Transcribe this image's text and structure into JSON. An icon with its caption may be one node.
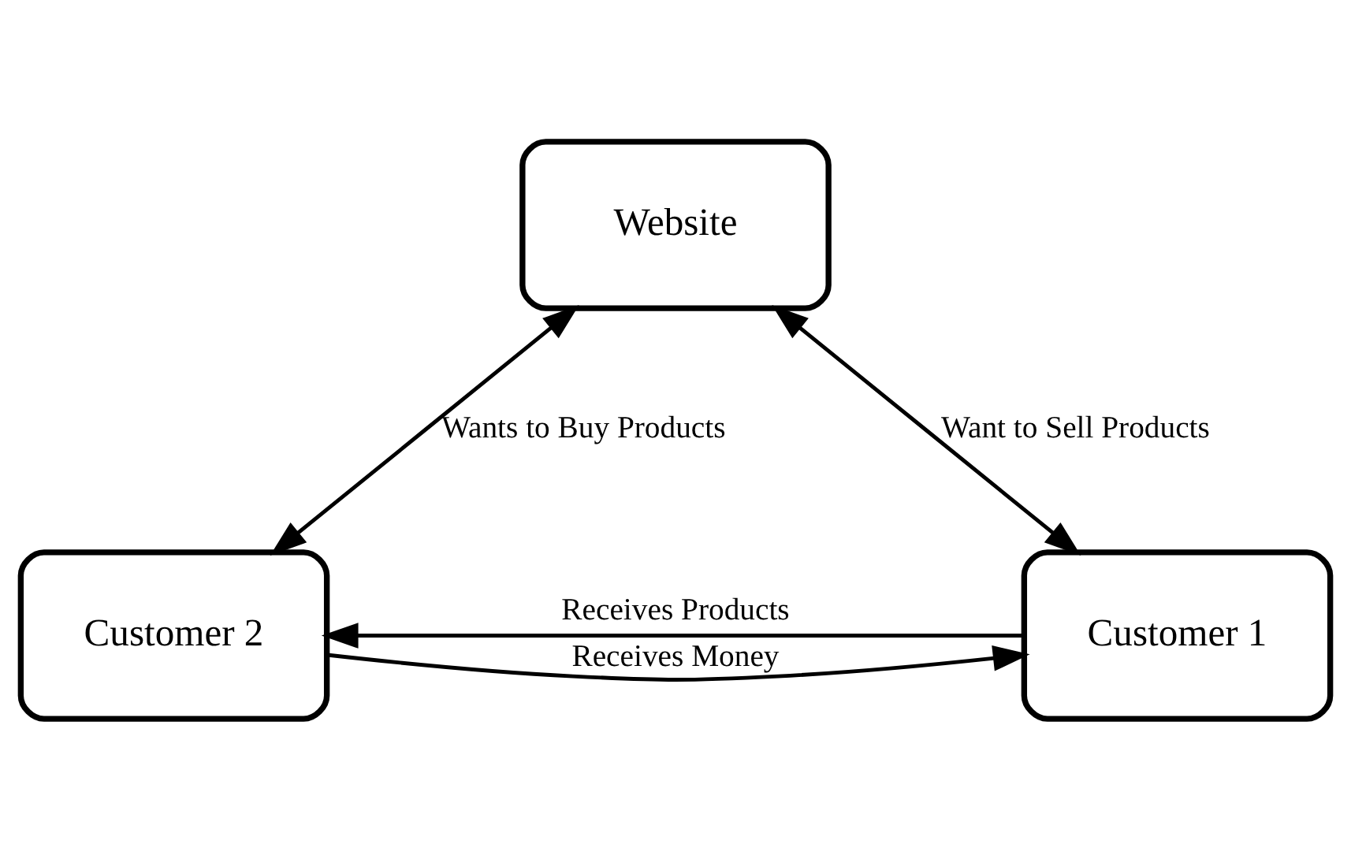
{
  "diagram": {
    "nodes": [
      {
        "text": [
          "Website"
        ]
      },
      {
        "text": [
          "Customer 1"
        ]
      },
      {
        "text": [
          "Customer 2"
        ]
      }
    ],
    "edges": [
      {
        "from": 1,
        "to": 0,
        "arrow": "both",
        "label": "Want to Sell Products"
      },
      {
        "from": 0,
        "to": 2,
        "arrow": "both",
        "label": "Wants to Buy Products"
      },
      {
        "from": 1,
        "to": 2,
        "arrow": "to",
        "label": "Receives Products"
      },
      {
        "from": 2,
        "to": 1,
        "arrow": "to",
        "label": "Receives Money"
      }
    ]
  }
}
